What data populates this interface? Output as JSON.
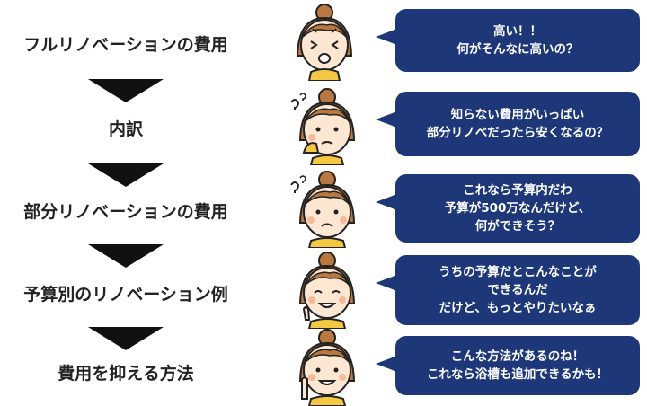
{
  "flow": {
    "steps": [
      "フルリノベーションの費用",
      "内訳",
      "部分リノベーションの費用",
      "予算別のリノベーション例",
      "費用を抑える方法"
    ]
  },
  "bubbles": [
    [
      "高い！！",
      "何がそんなに高いの？"
    ],
    [
      "知らない費用がいっぱい",
      "部分リノベだったら安くなるの？"
    ],
    [
      "これなら予算内だわ",
      "予算が500万なんだけど、",
      "何ができそう？"
    ],
    [
      "うちの予算だとこんなことが",
      "できるんだ",
      "だけど、もっとやりたいなぁ"
    ],
    [
      "こんな方法があるのね！",
      "これなら浴槽も追加できるかも！"
    ]
  ],
  "colors": {
    "bubble": "#1d3778",
    "arrow": "#111111",
    "hair": "#b97840",
    "skin": "#fde7d3",
    "shirt": "#f5c843"
  },
  "icons": [
    "shocked-woman-icon",
    "confused-woman-icon",
    "worried-woman-icon",
    "happy-woman-icon",
    "pointing-woman-icon"
  ]
}
